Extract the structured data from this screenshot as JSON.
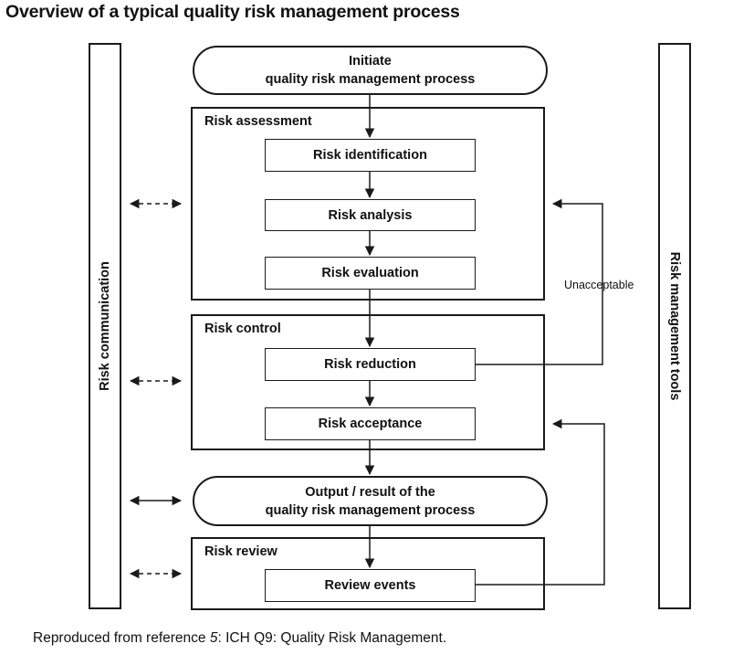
{
  "title": "Overview of a typical quality risk management process",
  "sidebars": {
    "left": "Risk communication",
    "right": "Risk management tools"
  },
  "start": {
    "line1": "Initiate",
    "line2": "quality risk management process"
  },
  "groups": {
    "assessment": {
      "label": "Risk assessment",
      "steps": [
        "Risk identification",
        "Risk analysis",
        "Risk evaluation"
      ]
    },
    "control": {
      "label": "Risk control",
      "steps": [
        "Risk reduction",
        "Risk acceptance"
      ]
    },
    "review": {
      "label": "Risk review",
      "steps": [
        "Review events"
      ]
    }
  },
  "output": {
    "line1": "Output / result of the",
    "line2": "quality risk management process"
  },
  "feedback_label": "Unacceptable",
  "footer": {
    "prefix": "Reproduced from reference ",
    "ref_number": "5",
    "suffix": ": ICH Q9: Quality Risk Management."
  }
}
